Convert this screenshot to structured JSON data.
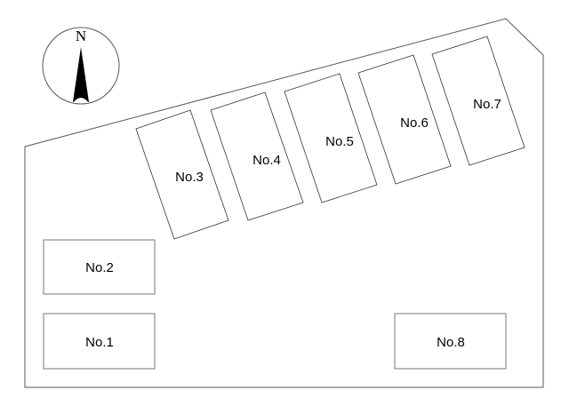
{
  "site_plan": {
    "compass": {
      "label": "N",
      "icon": "north-arrow-icon"
    },
    "lots": [
      {
        "id": "lot-1",
        "label": "No.1"
      },
      {
        "id": "lot-2",
        "label": "No.2"
      },
      {
        "id": "lot-3",
        "label": "No.3"
      },
      {
        "id": "lot-4",
        "label": "No.4"
      },
      {
        "id": "lot-5",
        "label": "No.5"
      },
      {
        "id": "lot-6",
        "label": "No.6"
      },
      {
        "id": "lot-7",
        "label": "No.7"
      },
      {
        "id": "lot-8",
        "label": "No.8"
      }
    ]
  }
}
